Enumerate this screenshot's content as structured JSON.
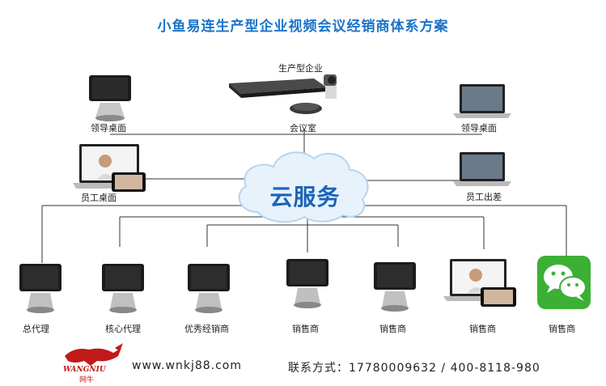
{
  "title": "小鱼易连生产型企业视频会议经销商体系方案",
  "top": {
    "enterprise_label": "生产型企业",
    "meeting_room_label": "会议室",
    "leader_desk_left_label": "领导桌面",
    "leader_desk_right_label": "领导桌面"
  },
  "middle": {
    "staff_desk_label": "员工桌面",
    "staff_travel_label": "员工出差",
    "cloud_label": "云服务"
  },
  "bottom": {
    "nodes": [
      {
        "label": "总代理"
      },
      {
        "label": "核心代理"
      },
      {
        "label": "优秀经销商"
      },
      {
        "label": "销售商"
      },
      {
        "label": "销售商"
      },
      {
        "label": "销售商"
      },
      {
        "label": "销售商"
      }
    ]
  },
  "footer": {
    "logo_text": "WANGNIU",
    "logo_cn": "网牛",
    "website": "www.wnkj88.com",
    "contact": "联系方式：17780009632  /  400-8118-980"
  },
  "colors": {
    "title": "#1a73c9",
    "cloud_text": "#1b63b7",
    "line": "#333333",
    "wechat": "#3cb035",
    "logo": "#c21a1a"
  }
}
